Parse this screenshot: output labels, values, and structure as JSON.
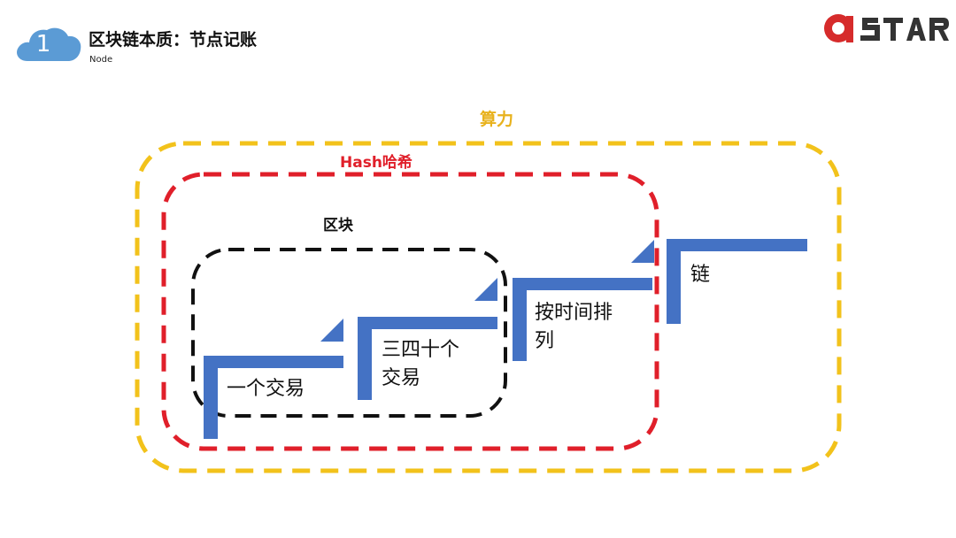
{
  "header": {
    "badge_number": "1",
    "title": "区块链本质：节点记账",
    "subtitle": "Node",
    "logo_text": "aSTAR"
  },
  "diagram": {
    "containers": {
      "outer_label": "算力",
      "middle_label": "Hash哈希",
      "inner_label": "区块"
    },
    "steps": [
      {
        "lines": [
          "一个交易"
        ]
      },
      {
        "lines": [
          "三四十个",
          "交易"
        ]
      },
      {
        "lines": [
          "按时间排",
          "列"
        ]
      },
      {
        "lines": [
          "链"
        ]
      }
    ]
  },
  "colors": {
    "outer_dash": "#f2c21b",
    "middle_dash": "#e01f2a",
    "inner_dash": "#111111",
    "step_blue": "#4472c4",
    "cloud_blue": "#5b9bd5",
    "logo_red": "#d62b2b",
    "logo_dark": "#333333"
  }
}
